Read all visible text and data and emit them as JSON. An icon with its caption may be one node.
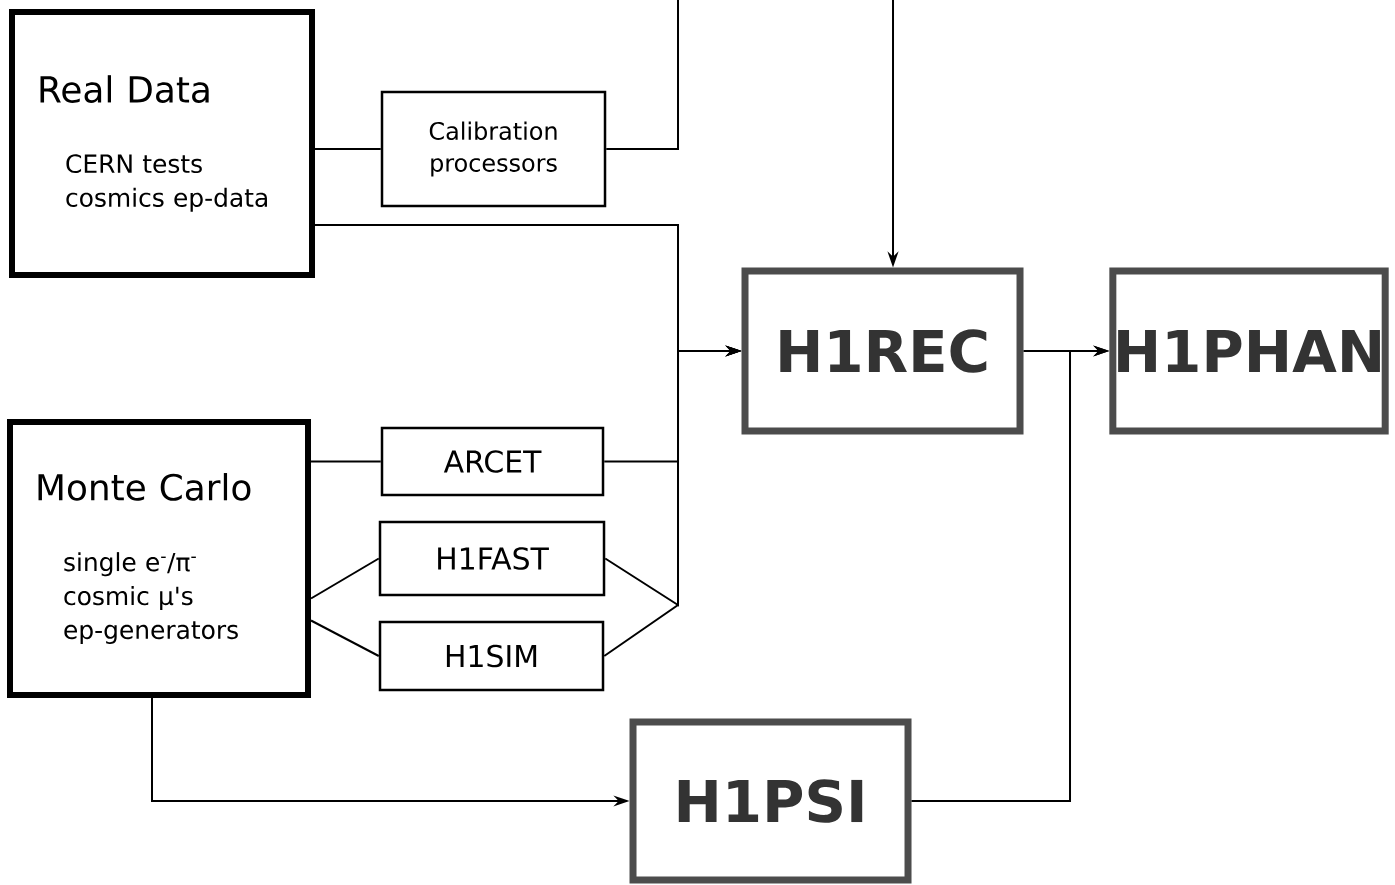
{
  "diagram": {
    "nodes": [
      {
        "text": [
          "Real Data",
          "CERN tests cosmics ep-data"
        ]
      },
      {
        "text": [
          "Calibration processors"
        ]
      },
      {
        "text": [
          "H1REC"
        ]
      },
      {
        "text": [
          "H1PHAN"
        ]
      },
      {
        "text": [
          "Monte Carlo",
          "single e$^{-}$/π$^{-}$ cosmic μ's ep-generators"
        ]
      },
      {
        "text": [
          "ARCET"
        ]
      },
      {
        "text": [
          "H1FAST"
        ]
      },
      {
        "text": [
          "H1SIM"
        ]
      },
      {
        "text": [
          "H1PSI"
        ]
      }
    ],
    "edges": [
      {
        "from": 0,
        "to": 1,
        "arrow": "none"
      },
      {
        "from": 1,
        "to": null,
        "arrow": "none"
      },
      {
        "from": null,
        "to": 2,
        "arrow": "to"
      },
      {
        "from": 0,
        "to": 2,
        "arrow": "to"
      },
      {
        "from": 5,
        "to": 2,
        "arrow": "to"
      },
      {
        "from": 6,
        "to": 2,
        "arrow": "to"
      },
      {
        "from": 7,
        "to": 2,
        "arrow": "to"
      },
      {
        "from": 4,
        "to": 5,
        "arrow": "none"
      },
      {
        "from": 4,
        "to": 6,
        "arrow": "none"
      },
      {
        "from": 4,
        "to": 7,
        "arrow": "none"
      },
      {
        "from": 2,
        "to": 3,
        "arrow": "to"
      },
      {
        "from": 4,
        "to": 8,
        "arrow": "to"
      },
      {
        "from": 8,
        "to": 3,
        "arrow": "to"
      }
    ]
  }
}
